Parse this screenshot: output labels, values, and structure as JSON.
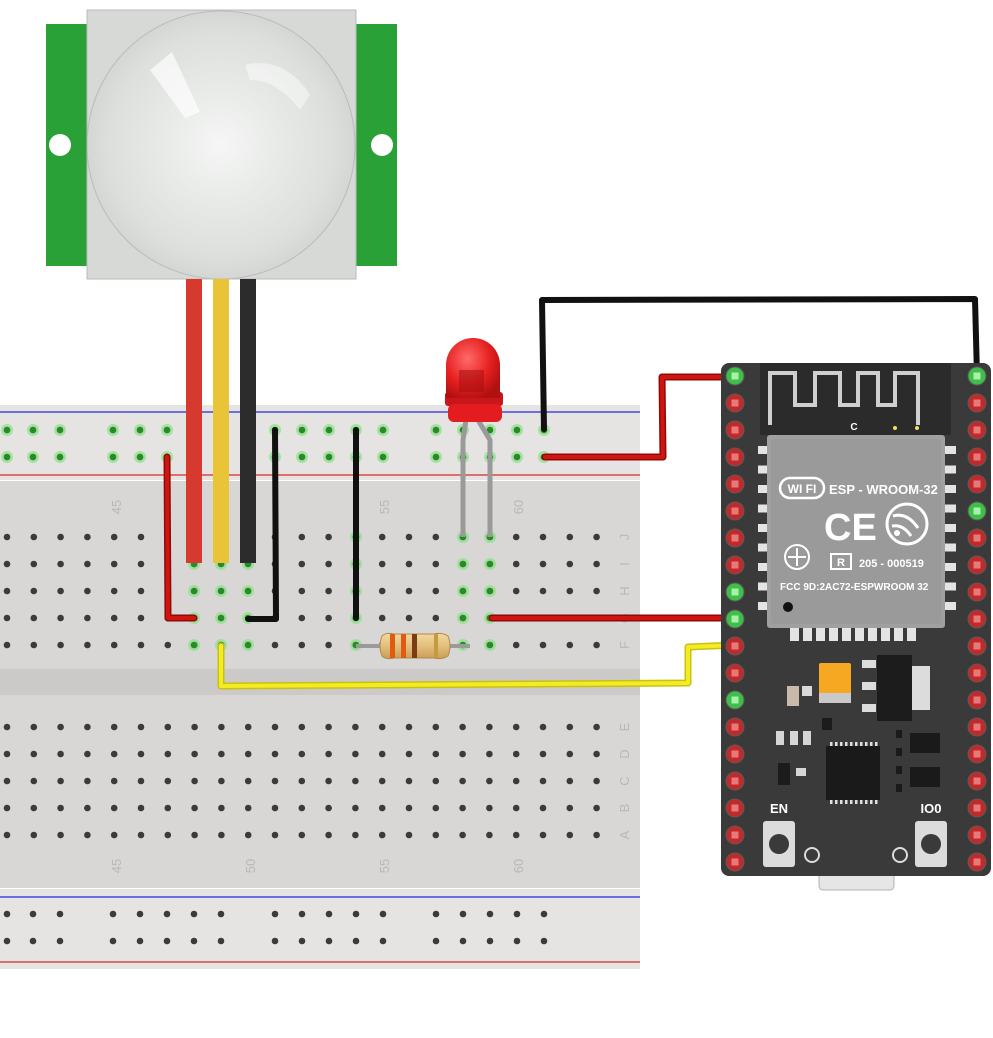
{
  "breadboard": {
    "column_labels": [
      "45",
      "50",
      "55",
      "60"
    ],
    "row_labels_top": [
      "J",
      "I",
      "H",
      "G",
      "F"
    ],
    "row_labels_bottom": [
      "E",
      "D",
      "C",
      "B",
      "A"
    ]
  },
  "esp32": {
    "module_name": "ESP - WROOM-32",
    "wifi_logo": "WI FI",
    "ce_mark": "CE",
    "r_mark": "R",
    "cert_number": "205 - 000519",
    "fcc_id": "FCC 9D:2AC72-ESPWROOM 32",
    "antenna_label": "C",
    "en_button": "EN",
    "io0_button": "IO0",
    "icon_wifi": "espressif-logo-icon",
    "icon_telec": "telec-mark-icon"
  },
  "components": [
    "pir-sensor",
    "red-led",
    "resistor",
    "esp32-devkit"
  ],
  "wire_colors": {
    "power": "#c8120e",
    "ground": "#1a1a1a",
    "signal_pir": "#eec12b",
    "signal_esp": "#f2ea19",
    "led_legs": "#9a9a9a"
  }
}
